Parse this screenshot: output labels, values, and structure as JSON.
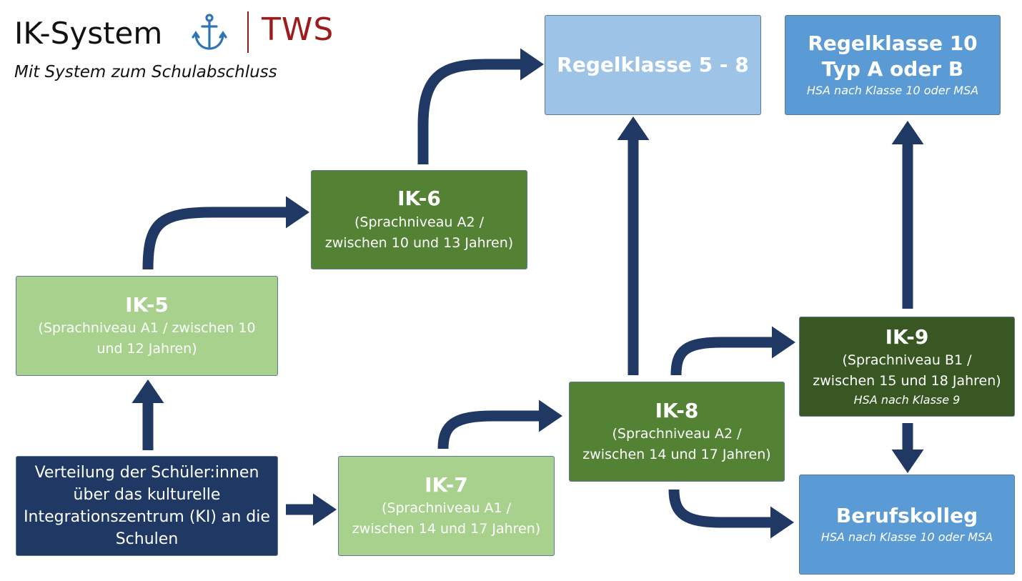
{
  "header": {
    "title": "IK-System",
    "subtitle": "Mit System zum Schulabschluss",
    "logo_text": "TWS",
    "logo_icon": "anchor-icon"
  },
  "colors": {
    "light_green": "#a9d18e",
    "mid_green": "#548235",
    "dark_green": "#385723",
    "navy": "#1f3864",
    "light_blue": "#9dc3e6",
    "blue": "#5b9bd5",
    "arrow": "#203864",
    "logo_red": "#9e1b1b",
    "anchor_blue": "#2e75b6"
  },
  "boxes": {
    "verteilung": {
      "text": "Verteilung der Schüler:innen über das kulturelle Integrationszentrum (KI) an die Schulen"
    },
    "ik5": {
      "title": "IK-5",
      "desc": "(Sprachniveau A1 / zwischen 10 und 12 Jahren)"
    },
    "ik6": {
      "title": "IK-6",
      "desc": "(Sprachniveau A2 / zwischen 10 und 13 Jahren)"
    },
    "ik7": {
      "title": "IK-7",
      "desc": "(Sprachniveau A1 / zwischen 14 und 17 Jahren)"
    },
    "ik8": {
      "title": "IK-8",
      "desc": "(Sprachniveau A2 / zwischen 14 und 17 Jahren)"
    },
    "ik9": {
      "title": "IK-9",
      "desc": "(Sprachniveau B1 / zwischen 15 und 18 Jahren)",
      "note": "HSA nach Klasse 9"
    },
    "regel58": {
      "title": "Regelklasse 5 - 8"
    },
    "regel10": {
      "title_line1": "Regelklasse 10",
      "title_line2": "Typ A oder B",
      "note": "HSA nach Klasse 10 oder MSA"
    },
    "beruf": {
      "title": "Berufskolleg",
      "note": "HSA nach Klasse 10 oder MSA"
    }
  }
}
